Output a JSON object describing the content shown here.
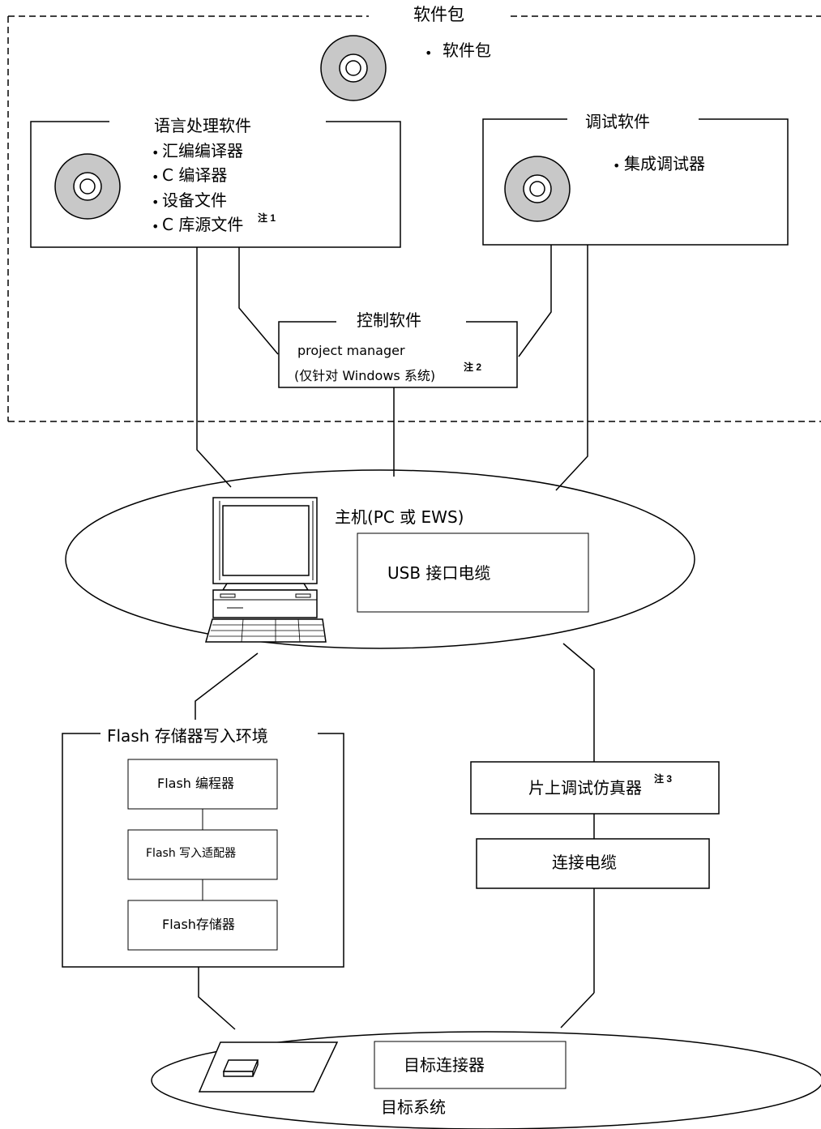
{
  "package": {
    "title": "软件包",
    "item": "软件包"
  },
  "language_software": {
    "title": "语言处理软件",
    "items": [
      "汇编编译器",
      "C 编译器",
      "设备文件",
      "C 库源文件"
    ],
    "note": "注 1"
  },
  "debug_software": {
    "title": "调试软件",
    "items": [
      "集成调试器"
    ]
  },
  "control_software": {
    "title": "控制软件",
    "line1": "project manager",
    "line2": "(仅针对 Windows 系统)",
    "note": "注 2"
  },
  "host": {
    "label": "主机(PC 或 EWS)",
    "cable": "USB 接口电缆"
  },
  "flash_env": {
    "title": "Flash 存储器写入环境",
    "items": [
      "Flash 编程器",
      "Flash 写入适配器",
      "Flash存储器"
    ]
  },
  "emulator": {
    "label": "片上调试仿真器",
    "note": "注 3"
  },
  "cable": {
    "label": "连接电缆"
  },
  "target": {
    "connector": "目标连接器",
    "label": "目标系统"
  },
  "bullet": "•"
}
